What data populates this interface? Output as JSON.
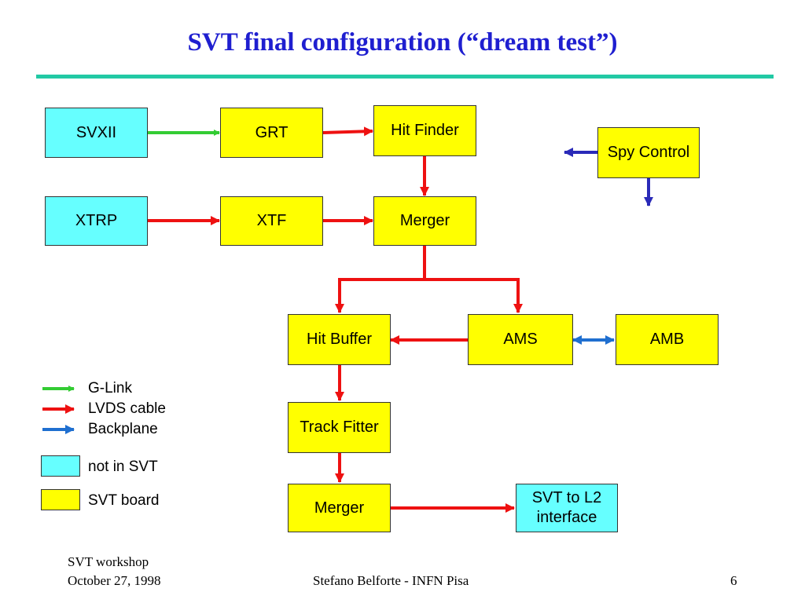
{
  "title": "SVT final configuration (“dream test”)",
  "boxes": {
    "svxii": "SVXII",
    "grt": "GRT",
    "hit_finder": "Hit Finder",
    "spy_control": "Spy Control",
    "xtrp": "XTRP",
    "xtf": "XTF",
    "merger_top": "Merger",
    "hit_buffer": "Hit Buffer",
    "ams": "AMS",
    "amb": "AMB",
    "track_fitter": "Track Fitter",
    "merger_bottom": "Merger",
    "svt_to_l2": "SVT to L2 interface"
  },
  "legend": {
    "glink": "G-Link",
    "lvds": "LVDS cable",
    "backplane": "Backplane",
    "not_in_svt": "not in SVT",
    "svt_board": "SVT board"
  },
  "colors": {
    "glink": "#33cc33",
    "lvds": "#ee1111",
    "backplane": "#1f6fd0",
    "spy": "#2a2ab8",
    "svt_board": "#ffff00",
    "not_in_svt": "#66ffff"
  },
  "footer": {
    "left_line1": "SVT workshop",
    "left_line2": "October 27, 1998",
    "center": "Stefano Belforte - INFN Pisa",
    "page": "6"
  }
}
